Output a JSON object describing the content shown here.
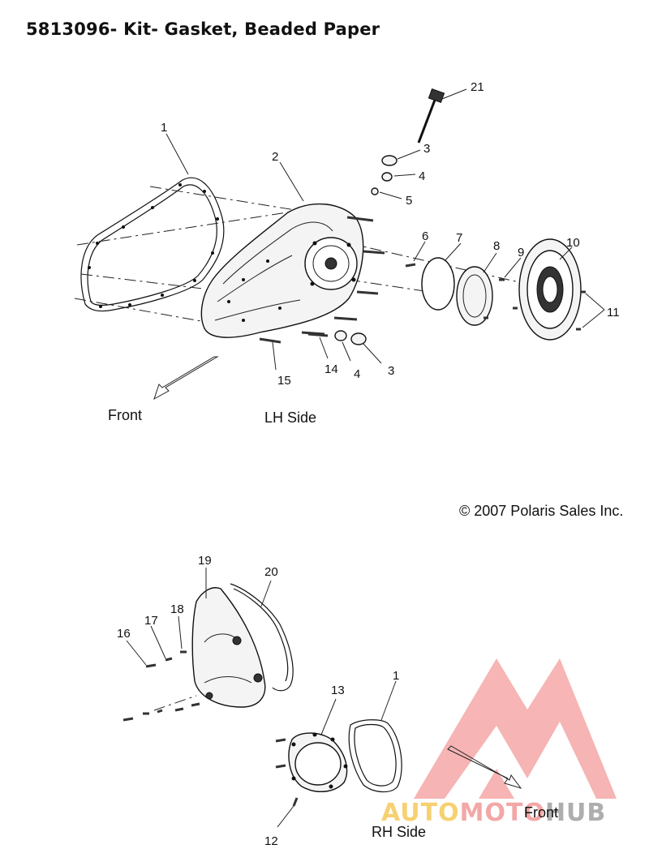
{
  "title": "5813096- Kit- Gasket, Beaded Paper",
  "labels": {
    "front_lh": "Front",
    "lh_side": "LH Side",
    "front_rh": "Front",
    "rh_side": "RH Side"
  },
  "copyright": "© 2007 Polaris Sales Inc.",
  "callouts": [
    "1",
    "2",
    "3",
    "4",
    "5",
    "6",
    "7",
    "8",
    "9",
    "10",
    "11",
    "14",
    "4",
    "3",
    "15",
    "21",
    "19",
    "20",
    "16",
    "17",
    "18",
    "13",
    "1",
    "12"
  ],
  "watermark": {
    "part1": "AUTO",
    "part2": "MOTO",
    "part3": "HUB",
    "colors": {
      "auto": "#f5c242",
      "moto": "#f08a8a",
      "hub": "#9a9a9a",
      "logo": "#ef6b6b"
    }
  }
}
